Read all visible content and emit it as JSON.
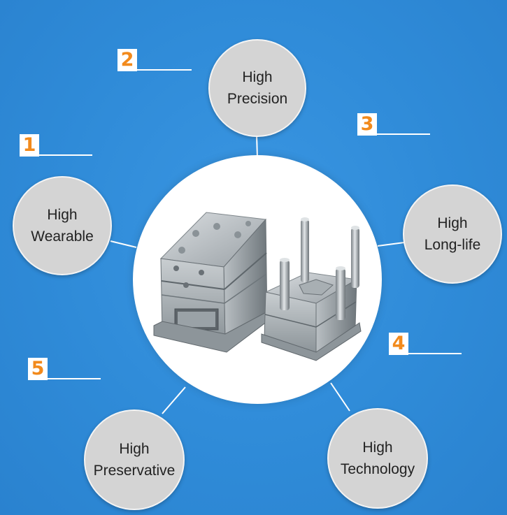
{
  "features": [
    {
      "id": "high-precision",
      "line1": "High",
      "line2": "Precision"
    },
    {
      "id": "high-long-life",
      "line1": "High",
      "line2": "Long-life"
    },
    {
      "id": "high-technology",
      "line1": "High",
      "line2": "Technology"
    },
    {
      "id": "high-preservative",
      "line1": "High",
      "line2": "Preservative"
    },
    {
      "id": "high-wearable",
      "line1": "High",
      "line2": "Wearable"
    }
  ],
  "numbers": [
    "1",
    "2",
    "3",
    "4",
    "5"
  ],
  "image": {
    "subject": "injection-mold-icon"
  },
  "colors": {
    "background": "#2f8bd8",
    "circle": "#d4d4d4",
    "number": "#f28a1c",
    "center": "#ffffff"
  }
}
